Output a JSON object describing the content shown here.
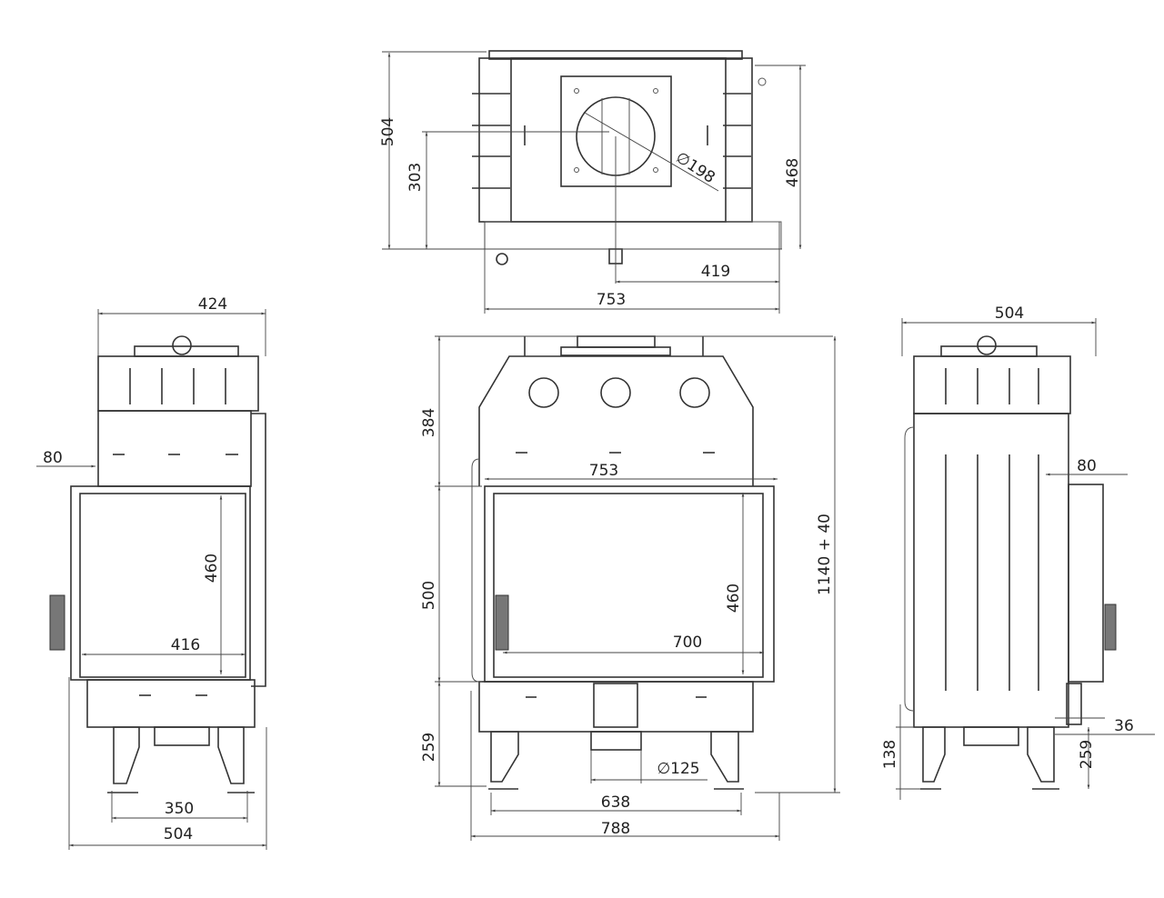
{
  "title": "Fireplace insert dimension drawing",
  "top_view": {
    "dim_overall_depth": "504",
    "dim_flue_offset_depth": "303",
    "dim_body_depth": "468",
    "dim_flue_offset_width": "419",
    "dim_width": "753",
    "dim_flue_diameter": "∅198"
  },
  "left_view": {
    "dim_top_width": "424",
    "dim_door_offset": "80",
    "dim_glass_height": "460",
    "dim_glass_width": "416",
    "dim_leg_spacing": "350",
    "dim_base_width": "504"
  },
  "front_view": {
    "dim_total_height": "1140 + 40",
    "dim_top_height": "384",
    "dim_door_height": "500",
    "dim_bottom_height": "259",
    "dim_door_width": "753",
    "dim_glass_height": "460",
    "dim_glass_width": "700",
    "dim_air_inlet": "∅125",
    "dim_leg_spacing": "638",
    "dim_total_width": "788"
  },
  "right_view": {
    "dim_depth": "504",
    "dim_door_offset": "80",
    "dim_side_offset": "36",
    "dim_bottom_height": "259",
    "dim_leg_height": "138"
  }
}
